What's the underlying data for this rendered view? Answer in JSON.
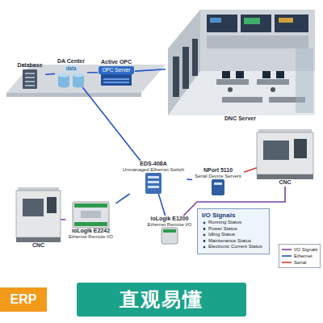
{
  "diagram": {
    "nodes": [
      {
        "text": [
          "Database"
        ]
      },
      {
        "text": [
          "DA Center",
          "data"
        ]
      },
      {
        "text": [
          "Active OPC",
          "OPC Server"
        ]
      },
      {
        "text": [
          "DNC Server"
        ]
      },
      {
        "text": [
          "EDS-408A",
          "Unmanaged Ethernet Switch"
        ]
      },
      {
        "text": [
          "NPort 5110",
          "Serial Device Servers"
        ]
      },
      {
        "text": [
          "CNC"
        ]
      },
      {
        "text": [
          "ioLogik E2242",
          "Ethernet Remote I/O"
        ]
      },
      {
        "text": [
          "ioLogik E1200",
          "Ethernet Remote I/O"
        ]
      },
      {
        "text": [
          "CNC"
        ]
      },
      {
        "text": [
          "I/O Signals",
          "Running Status",
          "Power Status",
          "Idling Status",
          "Maintenance Status",
          "Electronic Current Status"
        ]
      },
      {
        "text": [
          "ERP"
        ]
      },
      {
        "text": [
          "直观易懂"
        ]
      }
    ],
    "edges": [
      {
        "from": 0,
        "to": 1,
        "arrow": "none"
      },
      {
        "from": 1,
        "to": 2,
        "arrow": "none"
      },
      {
        "from": 2,
        "to": 3,
        "arrow": "none"
      },
      {
        "from": 4,
        "to": 1,
        "arrow": "none"
      },
      {
        "from": 4,
        "to": 5,
        "arrow": "none"
      },
      {
        "from": 4,
        "to": 7,
        "arrow": "none"
      },
      {
        "from": 4,
        "to": 8,
        "arrow": "none"
      },
      {
        "from": 7,
        "to": 6,
        "arrow": "none"
      },
      {
        "from": 5,
        "to": 9,
        "arrow": "none"
      },
      {
        "from": 8,
        "to": 9,
        "arrow": "none"
      }
    ],
    "legend": [
      {
        "text": "I/O Signals"
      },
      {
        "text": "Ethernet"
      },
      {
        "text": "Serial"
      }
    ]
  }
}
